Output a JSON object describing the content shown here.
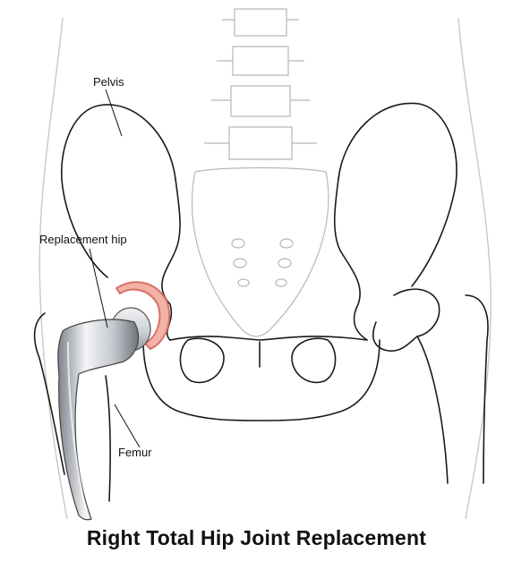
{
  "diagram": {
    "caption": "Right Total Hip Joint Replacement",
    "labels": {
      "pelvis": "Pelvis",
      "replacement_hip": "Replacement hip",
      "femur": "Femur"
    },
    "colors": {
      "outline": "#1a1a1a",
      "faint_outline": "#c8c8c8",
      "implant_metal": "#cfd3d8",
      "implant_cup": "#e88a7a",
      "background": "#ffffff"
    }
  }
}
